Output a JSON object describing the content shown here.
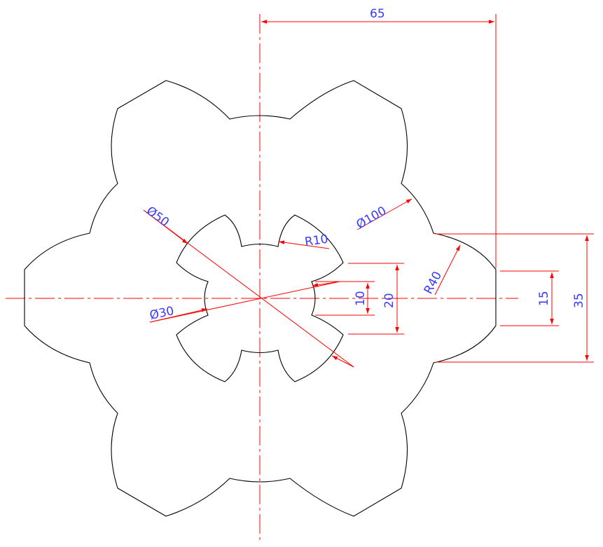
{
  "colors": {
    "background": "#ffffff",
    "outline": "#000000",
    "centerline": "#ff0000",
    "dimension_line": "#ff0000",
    "dimension_text": "#3a3aff"
  },
  "dimensions": {
    "width_65": "65",
    "dia_50": "Ø50",
    "dia_100": "Ø100",
    "radius_10": "R10",
    "radius_40": "R40",
    "dia_30": "Ø30",
    "slot_10": "10",
    "slot_20": "20",
    "flat_15": "15",
    "flat_35": "35"
  }
}
